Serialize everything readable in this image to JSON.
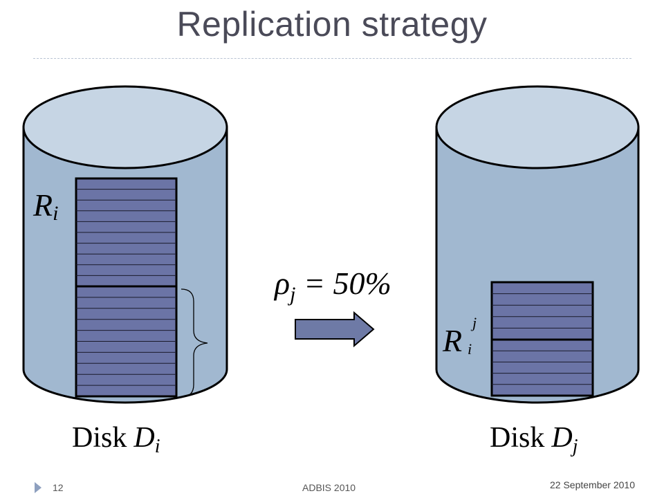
{
  "title": "Replication strategy",
  "left_disk": {
    "caption_word": "Disk",
    "caption_var": "D",
    "caption_sub": "i",
    "relation_letter": "R",
    "relation_sub": "i"
  },
  "right_disk": {
    "caption_word": "Disk",
    "caption_var": "D",
    "caption_sub": "j",
    "relation_letter": "R",
    "relation_sub": "i",
    "relation_sup": "j"
  },
  "ratio": {
    "symbol": "ρ",
    "sub": "j",
    "text": " = 50%"
  },
  "footer": {
    "slide_number": "12",
    "conference": "ADBIS 2010",
    "date": "22 September 2010"
  },
  "colors": {
    "cylinder_body": "#a1b8d0",
    "cylinder_top": "#c6d5e4",
    "stripe_fill": "#6b74a6",
    "arrow_fill": "#6e7aa6"
  }
}
